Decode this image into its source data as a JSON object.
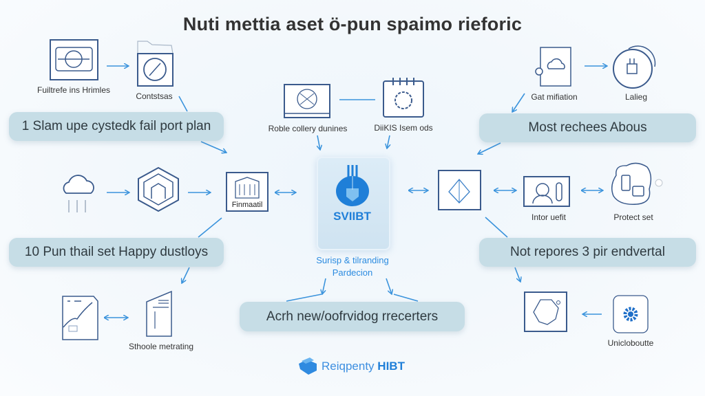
{
  "title": "Nuti mettia aset ö-pun spaimo rieforic",
  "nodes": {
    "a": "Fuiltrefe ins Hrimles",
    "b": "Contstsas",
    "c": "Roble collery dunines",
    "d": "DiiKIS Isem ods",
    "e": "Gat mifiation",
    "f": "Lalieg",
    "finance": "Finmaatil",
    "intor": "Intor uefit",
    "protect": "Protect set",
    "stool": "Sthoole metrating",
    "unicl": "Unicloboutte"
  },
  "pills": [
    "1 Slam upe cystedk fail port plan",
    "Most rechees Abous",
    "10 Pun thail set Happy dustloys",
    "Not repores 3 pir endvertal",
    "Acrh new/oofrvidog rrecerters"
  ],
  "center": {
    "badge_text": "SVIIBT",
    "caption_line1": "Surisp & tilranding",
    "caption_line2": "Pardecion"
  },
  "footer": {
    "brand_prefix": "Reiqpenty",
    "brand_name": "HIBT"
  },
  "colors": {
    "accent": "#1f7fd8",
    "line": "#3a93dc",
    "icon": "#3a5a8c",
    "pill": "#c6dde6"
  }
}
